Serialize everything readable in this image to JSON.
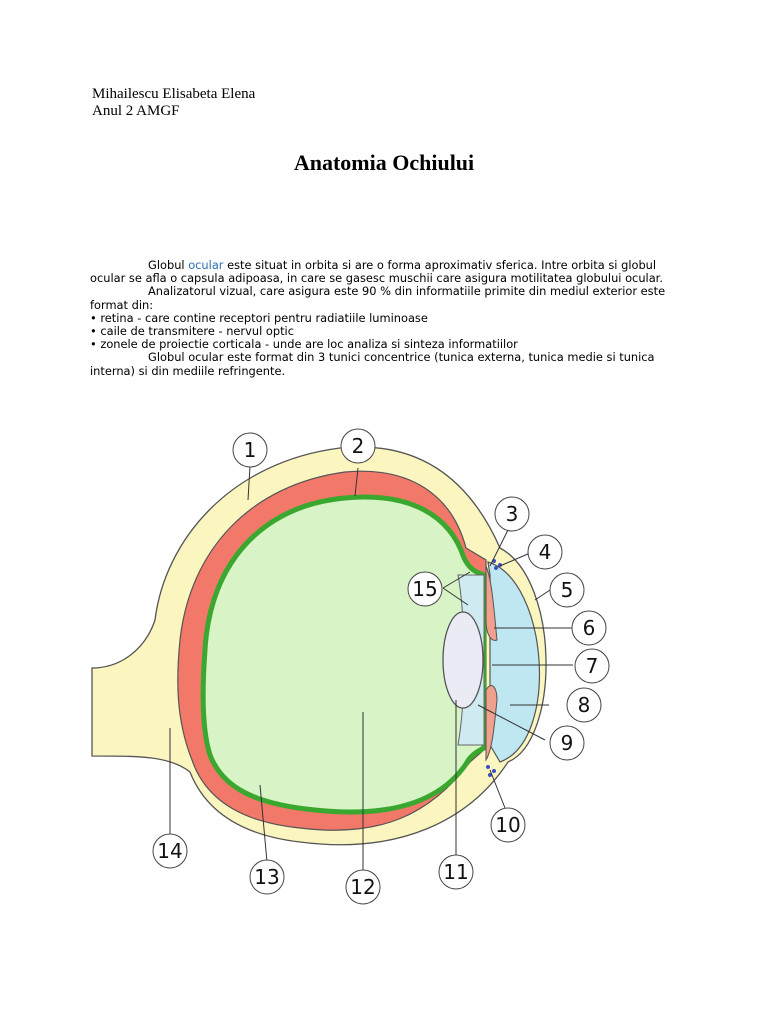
{
  "header": {
    "author": "Mihailescu Elisabeta Elena",
    "class": "Anul 2 AMGF"
  },
  "title": "Anatomia Ochiului",
  "paragraph1": {
    "before_link": "Globul ",
    "link": "ocular",
    "after_link": " este situat in orbita si are o forma aproximativ sferica. Intre orbita si globul ocular se afla o capsula adipoasa, in care se gasesc muschii care asigura motilitatea globului ocular."
  },
  "paragraph2": "Analizatorul vizual, care asigura este 90 % din informatiile primite din mediul exterior este format din:",
  "bullets": [
    "• retina - care contine receptori pentru radiatiile luminoase",
    "• caile de transmitere - nervul optic",
    "• zonele de proiectie corticala - unde are loc analiza si sinteza informatiilor"
  ],
  "paragraph3": "Globul ocular este format din 3 tunici concentrice (tunica externa, tunica medie si tunica interna) si din mediile refringente.",
  "diagram": {
    "labels": [
      "1",
      "2",
      "3",
      "4",
      "5",
      "6",
      "7",
      "8",
      "9",
      "10",
      "11",
      "12",
      "13",
      "14",
      "15"
    ],
    "colors": {
      "sclera": "#fbf5c0",
      "choroid": "#f2786a",
      "retina": "#3aa82f",
      "vitreous": "#d8f3c6",
      "cornea_chamber": "#bfe7f2",
      "lens": "#ebebf6",
      "iris": "#f0a08c"
    }
  }
}
